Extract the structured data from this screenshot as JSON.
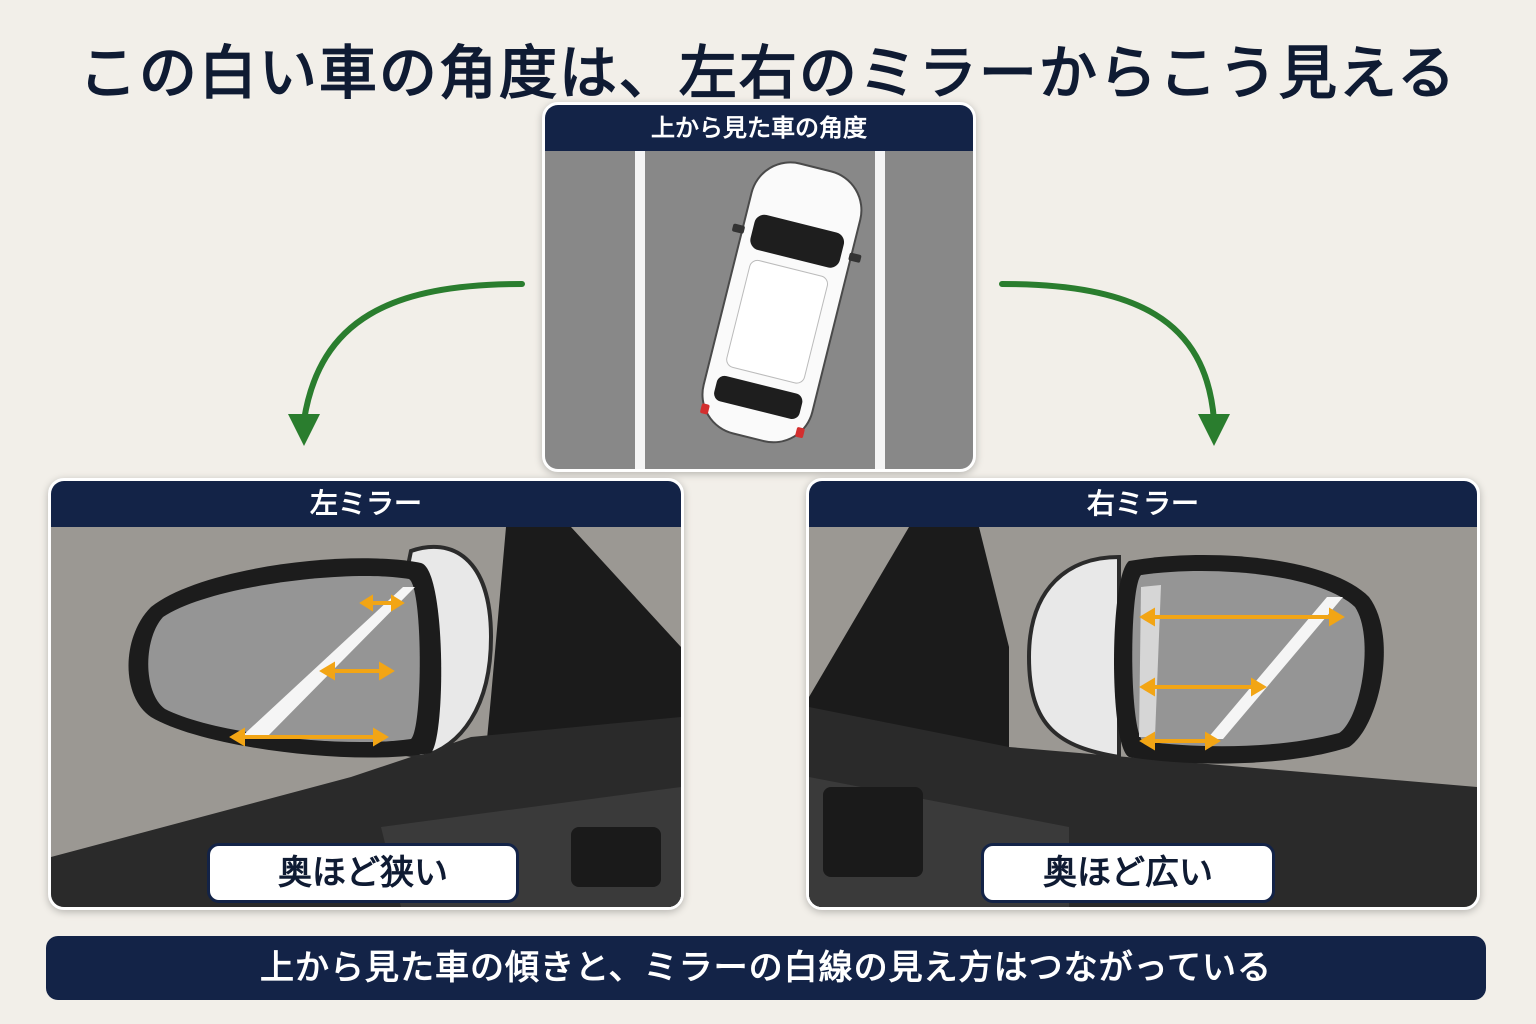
{
  "title": "この白い車の角度は、左右のミラーからこう見える",
  "top_panel": {
    "label": "上から見た車の角度"
  },
  "left_panel": {
    "label": "左ミラー",
    "caption": "奥ほど狭い"
  },
  "right_panel": {
    "label": "右ミラー",
    "caption": "奥ほど広い"
  },
  "footer": "上から見た車の傾きと、ミラーの白線の見え方はつながっている",
  "colors": {
    "navy": "#132347",
    "arrow_green": "#2a7d2e",
    "measure_orange": "#f2a515",
    "asphalt": "#8e8e8e"
  }
}
